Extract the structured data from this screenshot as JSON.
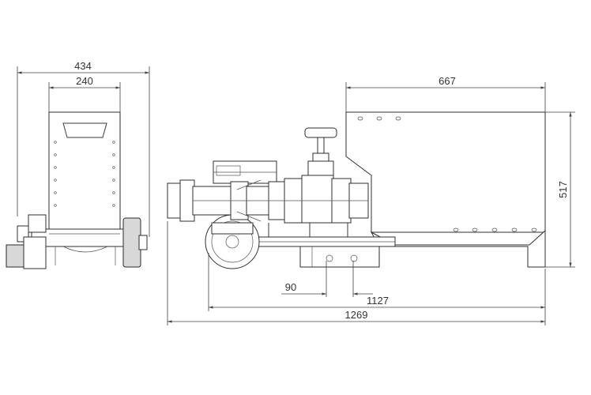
{
  "dimensions": {
    "side_width_overall": "434",
    "side_width_inner": "240",
    "hopper_length": "667",
    "height": "517",
    "small_offset": "90",
    "wheelbase": "1127",
    "overall_length": "1269"
  }
}
